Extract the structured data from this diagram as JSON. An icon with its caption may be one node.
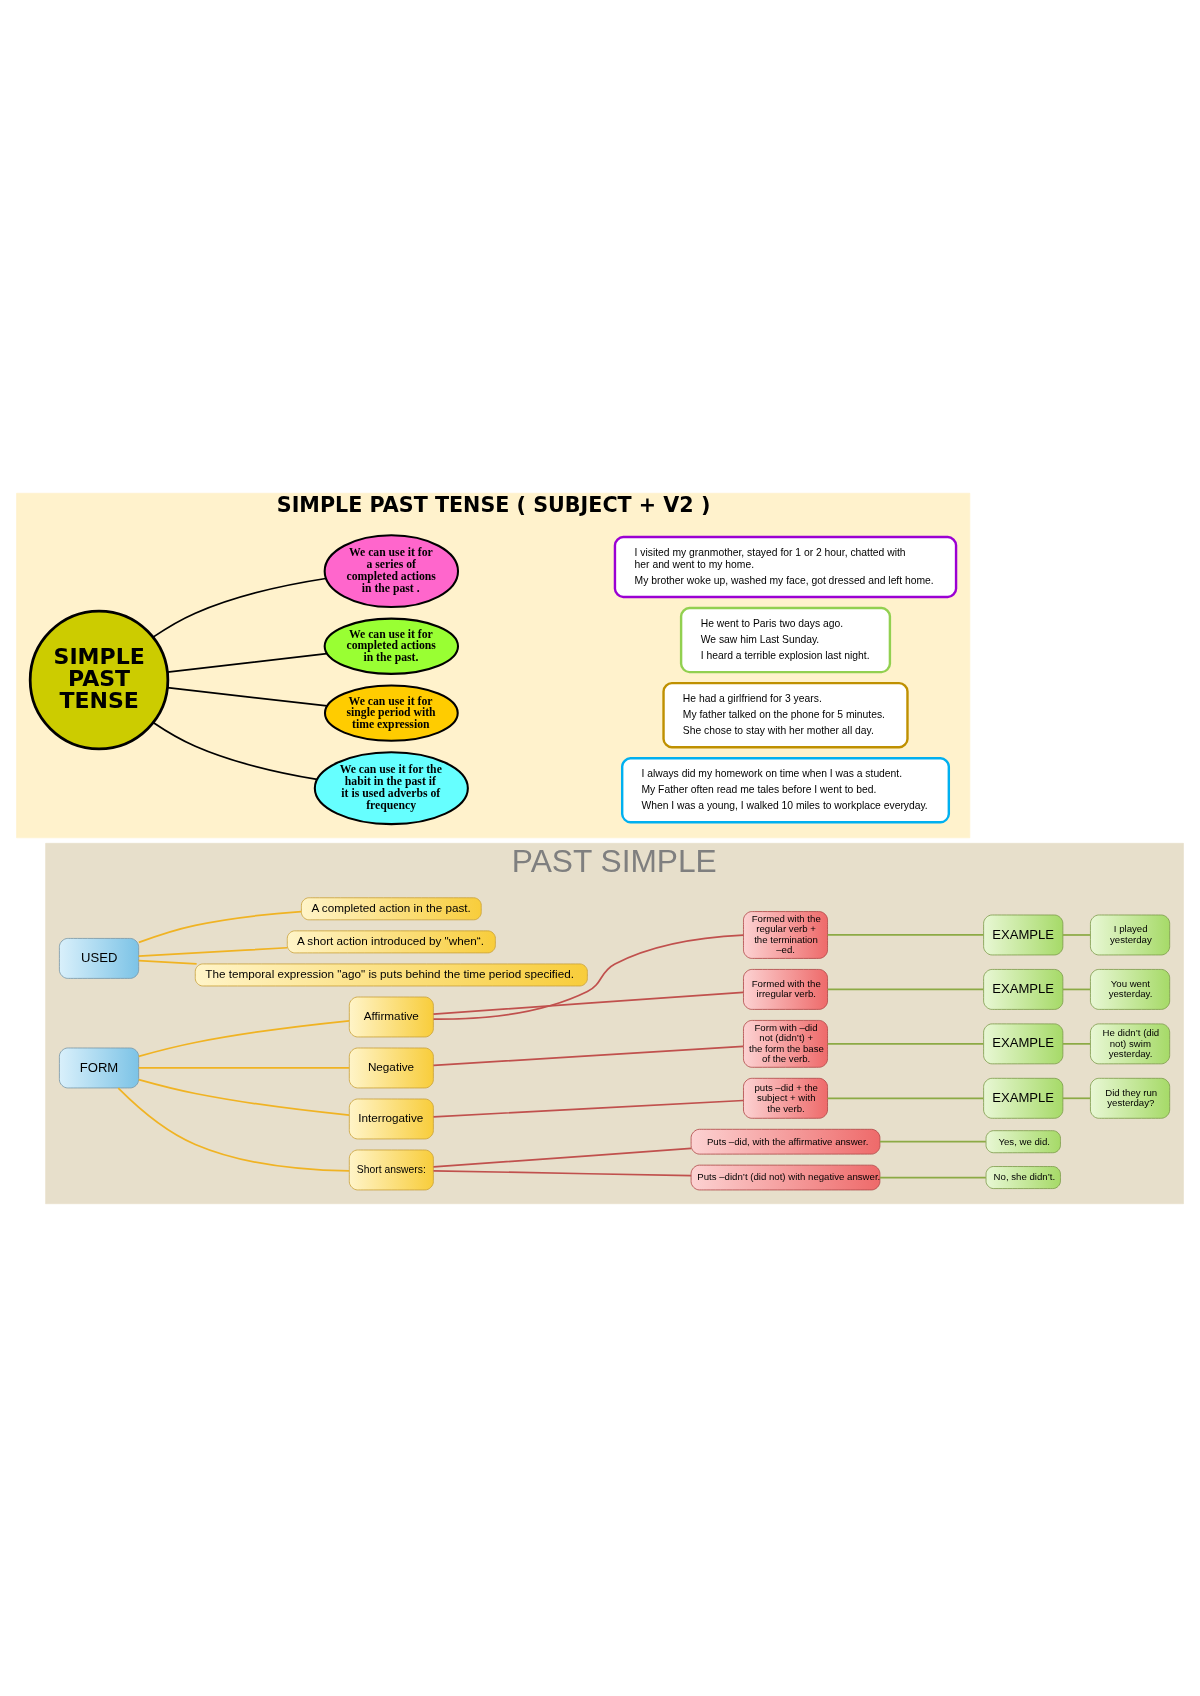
{
  "diagram": {
    "nodes": [
      {
        "text": [
          "SIMPLE PAST TENSE ( SUBJECT + V2 )"
        ]
      },
      {
        "text": [
          "SIMPLE PAST TENSE"
        ],
        "in": 0
      },
      {
        "text": [
          "We can use it for a series of completed actions in the past ."
        ],
        "in": 0
      },
      {
        "text": [
          "I visited my granmother, stayed for 1 or 2 hour, chatted with her and went to my home.",
          "My brother woke up, washed my face, got dressed and left home."
        ],
        "in": 0
      },
      {
        "text": [
          "We can use it for completed actions in the past."
        ],
        "in": 0
      },
      {
        "text": [
          "He went to Paris two days ago.",
          "We saw him Last Sunday.",
          "I heard a terrible explosion last night."
        ],
        "in": 0
      },
      {
        "text": [
          "We can use it for single period with time expression"
        ],
        "in": 0
      },
      {
        "text": [
          "He had a girlfriend for 3 years.",
          "My father talked on the phone for 5 minutes.",
          "She chose to stay with her mother all day."
        ],
        "in": 0
      },
      {
        "text": [
          "We can use it for the habit in the past if it is used adverbs of frequency"
        ],
        "in": 0
      },
      {
        "text": [
          "I always did my homework on time when I was a student.",
          "My Father often read me tales before I went to bed.",
          "When I was a young, I walked 10 miles to workplace everyday."
        ],
        "in": 0
      },
      {
        "text": [
          "PAST SIMPLE"
        ]
      },
      {
        "text": [
          "USED"
        ],
        "in": 10
      },
      {
        "text": [
          "A completed action in the past."
        ],
        "in": 10
      },
      {
        "text": [
          "A short action introduced by \"when“."
        ],
        "in": 10
      },
      {
        "text": [
          "The temporal expression \"ago\" is puts behind the time period specified."
        ],
        "in": 10
      },
      {
        "text": [
          "FORM"
        ],
        "in": 10
      },
      {
        "text": [
          "Affirmative"
        ],
        "in": 10
      },
      {
        "text": [
          "Formed with the regular verb + the termination –ed."
        ],
        "in": 10
      },
      {
        "text": [
          "EXAMPLE"
        ],
        "in": 10
      },
      {
        "text": [
          "I played yesterday"
        ],
        "in": 10
      },
      {
        "text": [
          "Formed with the irregular verb."
        ],
        "in": 10
      },
      {
        "text": [
          "EXAMPLE"
        ],
        "in": 10
      },
      {
        "text": [
          "You went yesterday."
        ],
        "in": 10
      },
      {
        "text": [
          "Negative"
        ],
        "in": 10
      },
      {
        "text": [
          "Form with –did not (didn’t) + the form the base of the verb."
        ],
        "in": 10
      },
      {
        "text": [
          "EXAMPLE"
        ],
        "in": 10
      },
      {
        "text": [
          "He didn’t (did not) swim yesterday."
        ],
        "in": 10
      },
      {
        "text": [
          "Interrogative"
        ],
        "in": 10
      },
      {
        "text": [
          "puts –did + the subject + with the verb."
        ],
        "in": 10
      },
      {
        "text": [
          "EXAMPLE"
        ],
        "in": 10
      },
      {
        "text": [
          "Did they run yesterday?"
        ],
        "in": 10
      },
      {
        "text": [
          "Short answers:"
        ],
        "in": 10
      },
      {
        "text": [
          "Puts –did, with the affirmative answer."
        ],
        "in": 10
      },
      {
        "text": [
          "Yes, we did."
        ],
        "in": 10
      },
      {
        "text": [
          "Puts –didn’t (did not) with negative answer."
        ],
        "in": 10
      },
      {
        "text": [
          "No, she didn’t."
        ],
        "in": 10
      }
    ],
    "edges": [
      {
        "from": 1,
        "to": 2,
        "arrow": "none",
        "color": "#000000"
      },
      {
        "from": 1,
        "to": 4,
        "arrow": "none",
        "color": "#000000"
      },
      {
        "from": 1,
        "to": 6,
        "arrow": "none",
        "color": "#000000"
      },
      {
        "from": 1,
        "to": 8,
        "arrow": "none",
        "color": "#000000"
      },
      {
        "from": 11,
        "to": 12,
        "arrow": "none",
        "color": "#f0b323"
      },
      {
        "from": 11,
        "to": 13,
        "arrow": "none",
        "color": "#f0b323"
      },
      {
        "from": 11,
        "to": 14,
        "arrow": "none",
        "color": "#f0b323"
      },
      {
        "from": 15,
        "to": 16,
        "arrow": "none",
        "color": "#f0b323"
      },
      {
        "from": 15,
        "to": 23,
        "arrow": "none",
        "color": "#f0b323"
      },
      {
        "from": 15,
        "to": 27,
        "arrow": "none",
        "color": "#f0b323"
      },
      {
        "from": 15,
        "to": 31,
        "arrow": "none",
        "color": "#f0b323"
      },
      {
        "from": 16,
        "to": 17,
        "arrow": "none",
        "color": "#c0504d"
      },
      {
        "from": 16,
        "to": 20,
        "arrow": "none",
        "color": "#c0504d"
      },
      {
        "from": 17,
        "to": 18,
        "arrow": "none"
      },
      {
        "from": 18,
        "to": 19,
        "arrow": "none"
      },
      {
        "from": 20,
        "to": 21,
        "arrow": "none"
      },
      {
        "from": 21,
        "to": 22,
        "arrow": "none"
      },
      {
        "from": 23,
        "to": 24,
        "arrow": "none",
        "color": "#c0504d"
      },
      {
        "from": 24,
        "to": 25,
        "arrow": "none"
      },
      {
        "from": 25,
        "to": 26,
        "arrow": "none"
      },
      {
        "from": 27,
        "to": 28,
        "arrow": "none",
        "color": "#c0504d"
      },
      {
        "from": 28,
        "to": 29,
        "arrow": "none"
      },
      {
        "from": 29,
        "to": 30,
        "arrow": "none"
      },
      {
        "from": 31,
        "to": 32,
        "arrow": "none",
        "color": "#c0504d"
      },
      {
        "from": 31,
        "to": 34,
        "arrow": "none",
        "color": "#c0504d"
      },
      {
        "from": 32,
        "to": 33,
        "arrow": "none"
      },
      {
        "from": 34,
        "to": 35,
        "arrow": "none"
      }
    ]
  }
}
